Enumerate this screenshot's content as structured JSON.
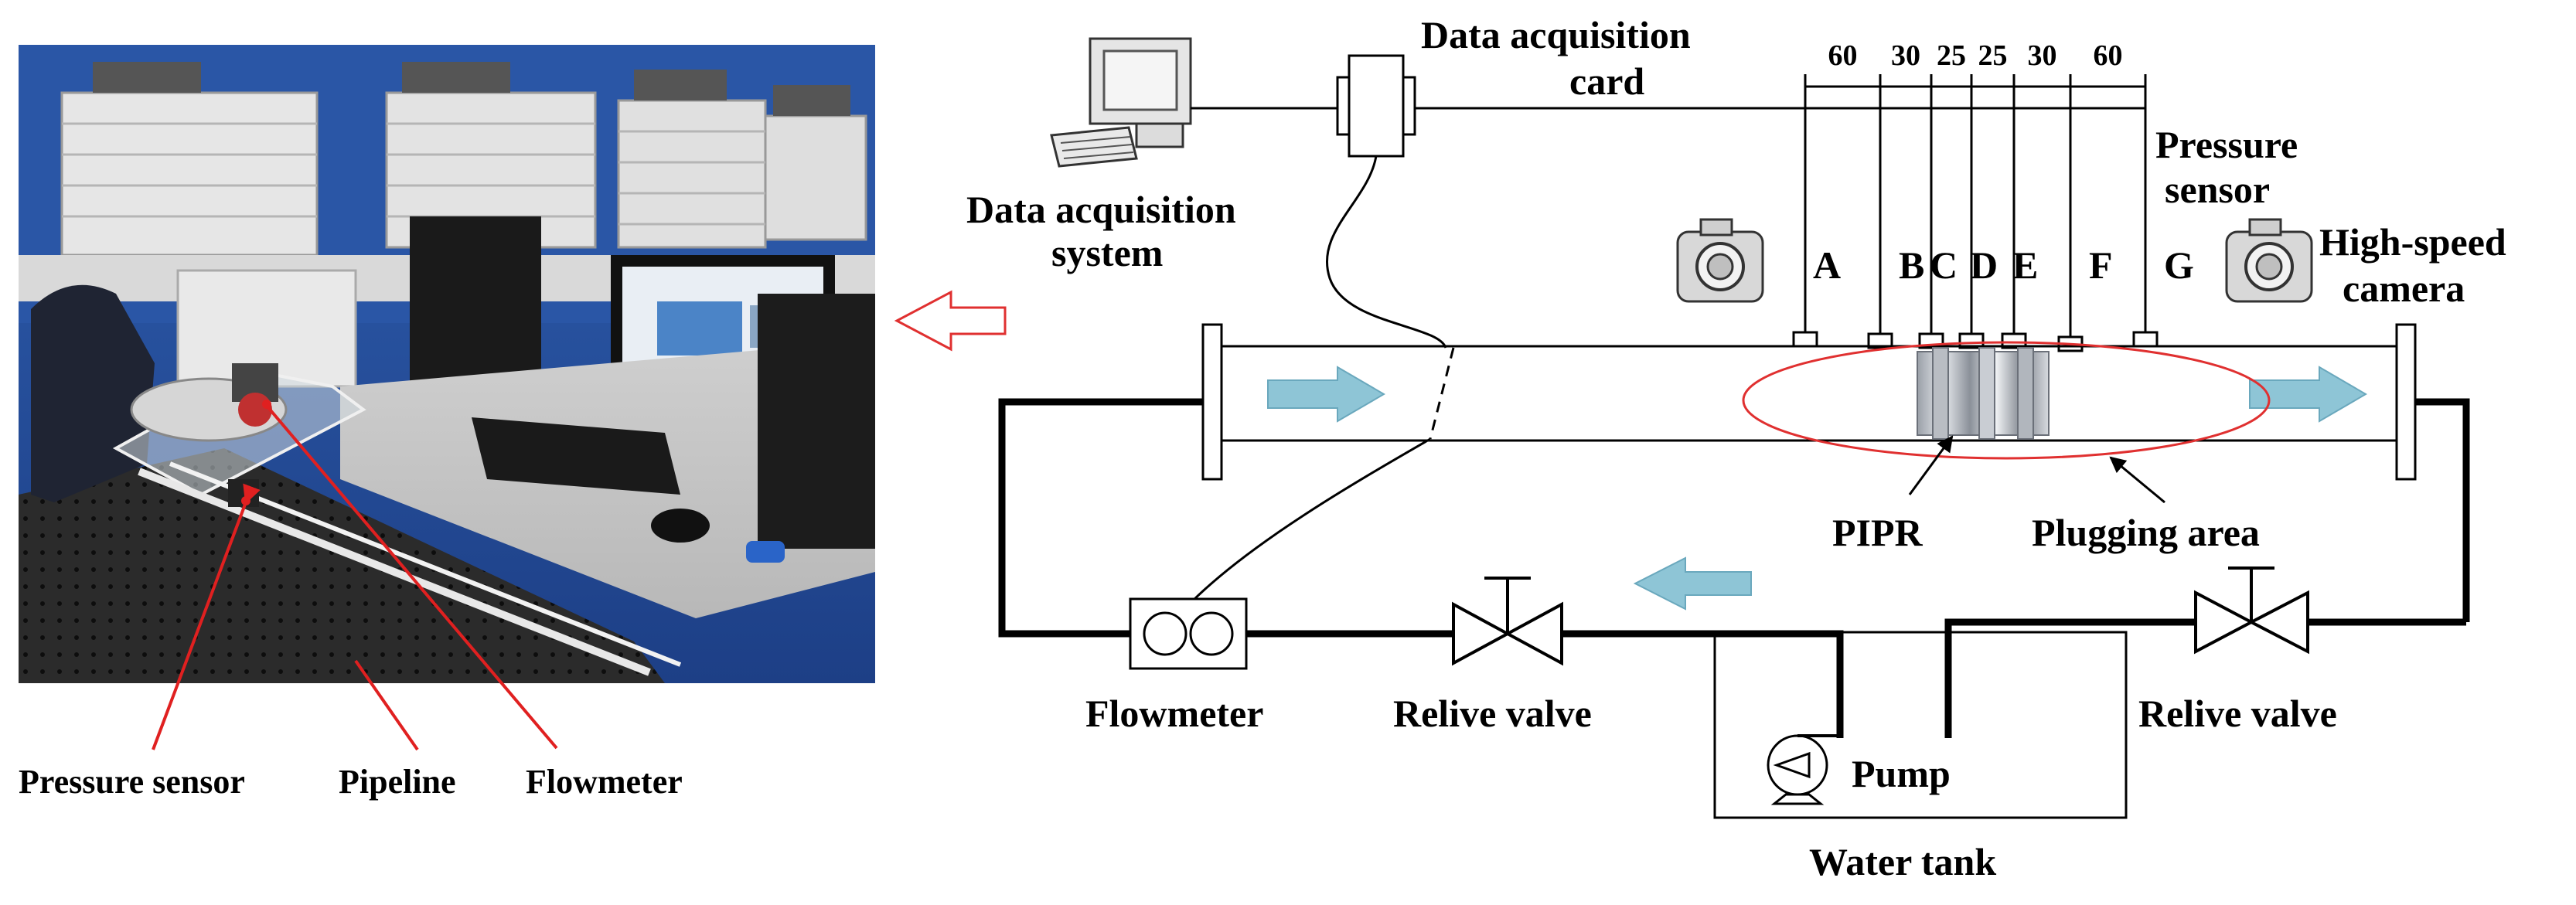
{
  "photo": {
    "labels": {
      "pressure_sensor": "Pressure sensor",
      "pipeline": "Pipeline",
      "flowmeter": "Flowmeter"
    }
  },
  "diagram": {
    "labels": {
      "data_acquisition_card_line1": "Data acquisition",
      "data_acquisition_card_line2": "card",
      "data_acquisition_system_line1": "Data acquisition",
      "data_acquisition_system_line2": "system",
      "pressure_sensor_line1": "Pressure",
      "pressure_sensor_line2": "sensor",
      "high_speed_camera_line1": "High-speed",
      "high_speed_camera_line2": "camera",
      "pipr": "PIPR",
      "plugging_area": "Plugging area",
      "flowmeter": "Flowmeter",
      "relive_valve_left": "Relive valve",
      "relive_valve_right": "Relive valve",
      "pump": "Pump",
      "water_tank": "Water tank"
    },
    "sensors": [
      "A",
      "B",
      "C",
      "D",
      "E",
      "F",
      "G"
    ],
    "spacings": [
      "60",
      "30",
      "25",
      "25",
      "30",
      "60"
    ],
    "colors": {
      "flow_arrow": "#8ec5d6",
      "plugging_ellipse": "#e03030",
      "pointer_red": "#e02020",
      "transfer_arrow": "#e03030"
    }
  }
}
